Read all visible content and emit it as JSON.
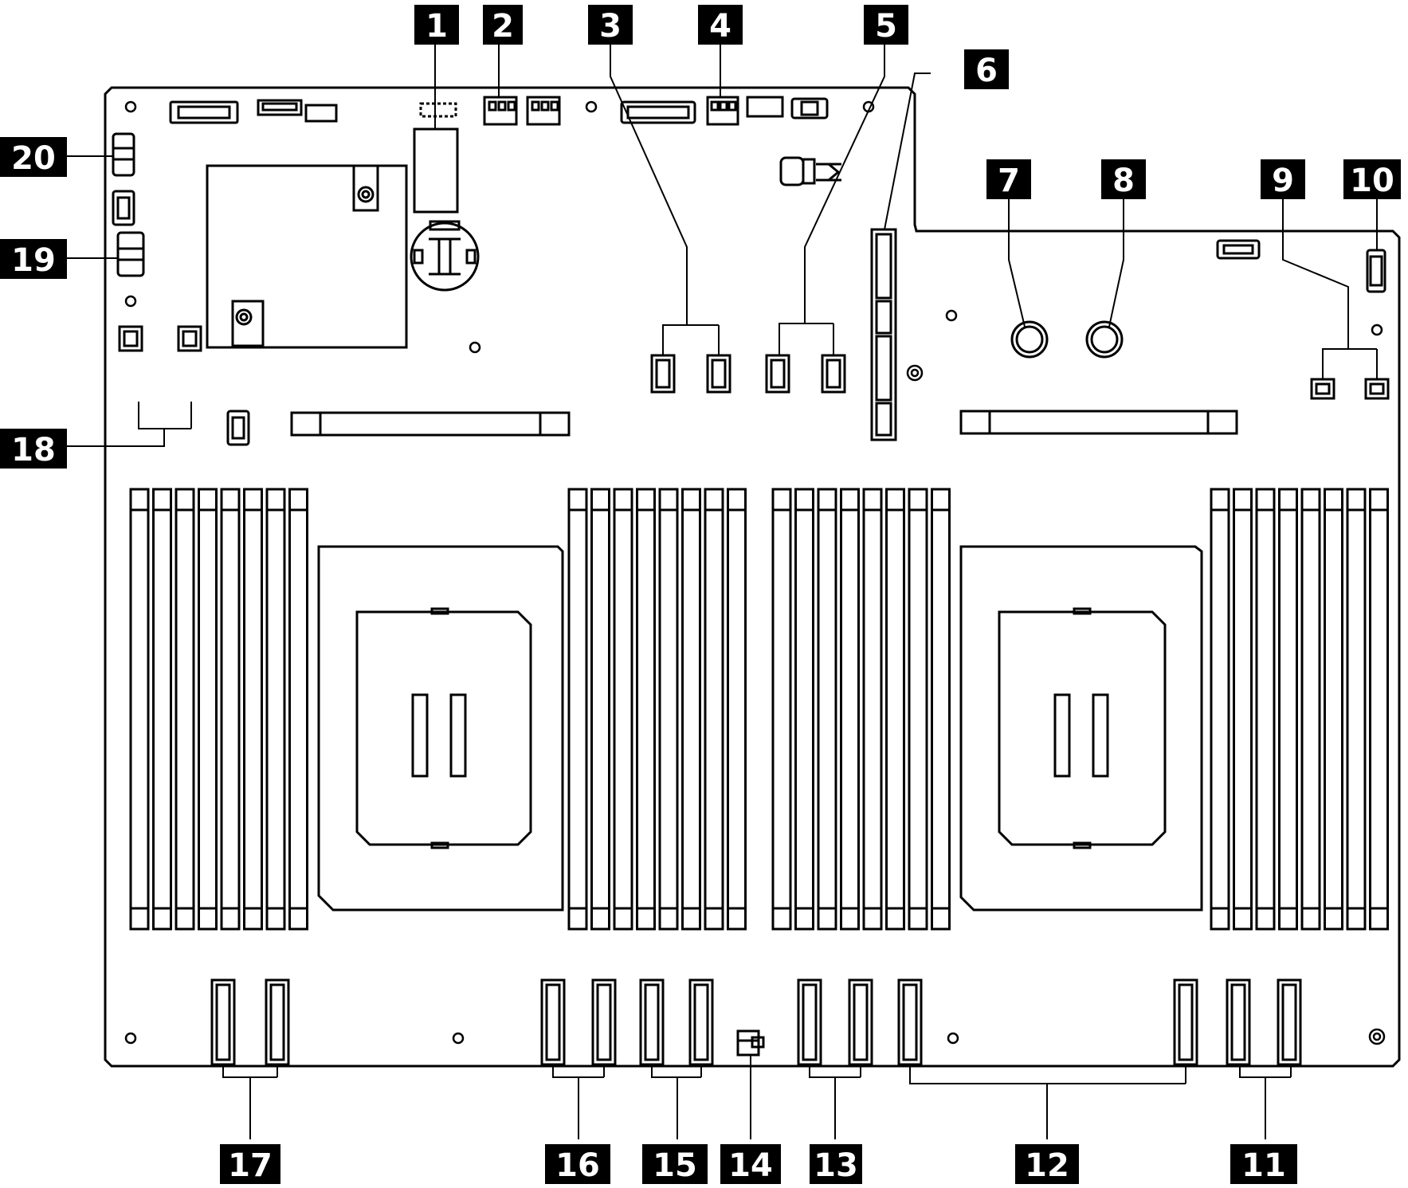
{
  "diagram": {
    "colors": {
      "line": "#000000",
      "callout_bg": "#000000",
      "callout_text": "#ffffff",
      "background": "#ffffff"
    },
    "callouts": [
      {
        "id": "c1",
        "label": "1"
      },
      {
        "id": "c2",
        "label": "2"
      },
      {
        "id": "c3",
        "label": "3"
      },
      {
        "id": "c4",
        "label": "4"
      },
      {
        "id": "c5",
        "label": "5"
      },
      {
        "id": "c6",
        "label": "6"
      },
      {
        "id": "c7",
        "label": "7"
      },
      {
        "id": "c8",
        "label": "8"
      },
      {
        "id": "c9",
        "label": "9"
      },
      {
        "id": "c10",
        "label": "10"
      },
      {
        "id": "c11",
        "label": "11"
      },
      {
        "id": "c12",
        "label": "12"
      },
      {
        "id": "c13",
        "label": "13"
      },
      {
        "id": "c14",
        "label": "14"
      },
      {
        "id": "c15",
        "label": "15"
      },
      {
        "id": "c16",
        "label": "16"
      },
      {
        "id": "c17",
        "label": "17"
      },
      {
        "id": "c18",
        "label": "18"
      },
      {
        "id": "c19",
        "label": "19"
      },
      {
        "id": "c20",
        "label": "20"
      }
    ]
  }
}
